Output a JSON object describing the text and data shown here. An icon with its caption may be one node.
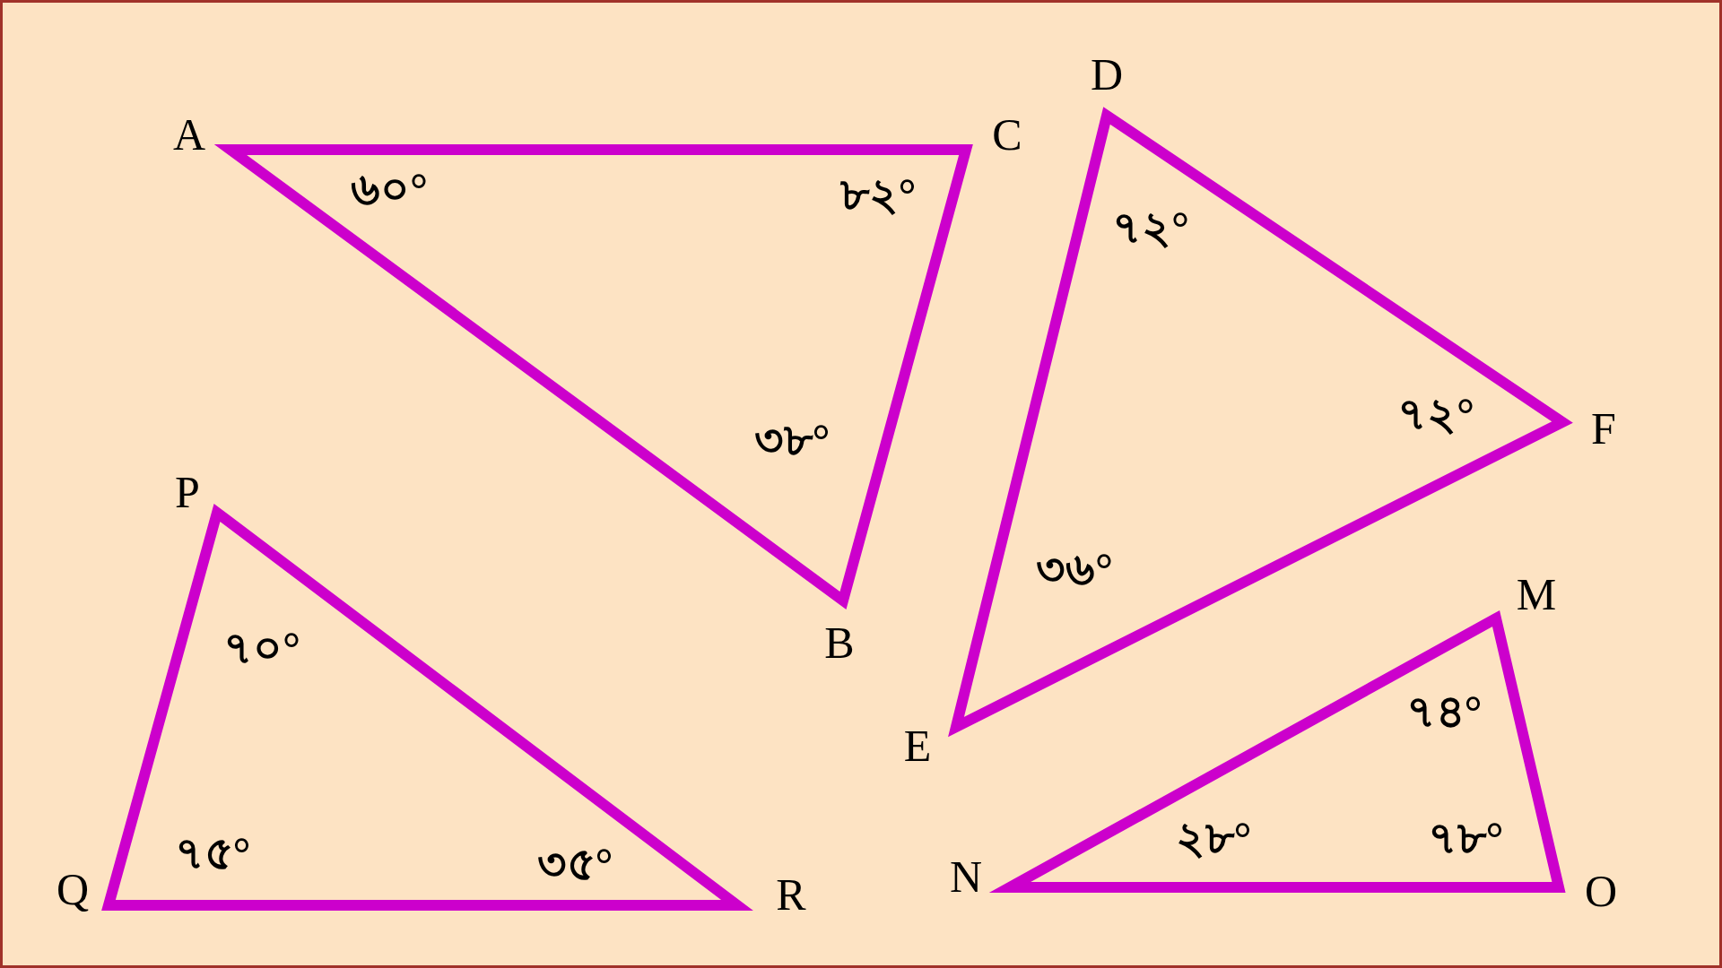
{
  "diagram": {
    "nodes": [
      {
        "text": [
          "A",
          "C",
          "B",
          "৬০°",
          "৮২°",
          "৩৮°"
        ]
      },
      {
        "text": [
          "D",
          "F",
          "E",
          "৭২°",
          "৭২°",
          "৩৬°"
        ]
      },
      {
        "text": [
          "P",
          "Q",
          "R",
          "৭০°",
          "৭৫°",
          "৩৫°"
        ]
      },
      {
        "text": [
          "M",
          "N",
          "O",
          "৭৪°",
          "২৮°",
          "৭৮°"
        ]
      }
    ]
  }
}
